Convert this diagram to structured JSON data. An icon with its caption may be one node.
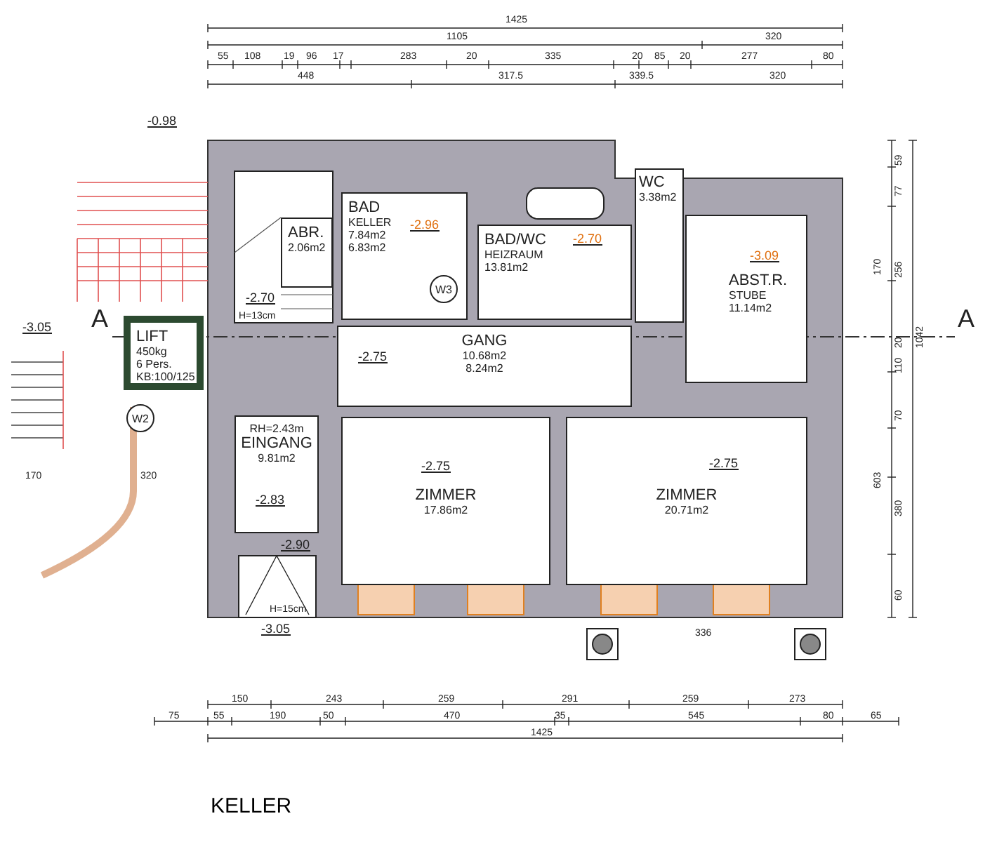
{
  "diagram": {
    "title": "KELLER",
    "nodes": [
      {
        "text": [
          "BAD",
          "KELLER",
          "7.84m2",
          "6.83m2"
        ]
      },
      {
        "text": [
          "ABR.",
          "2.06m2"
        ]
      },
      {
        "text": [
          "BAD/WC",
          "HEIZRAUM",
          "13.81m2"
        ]
      },
      {
        "text": [
          "WC",
          "3.38m2"
        ]
      },
      {
        "text": [
          "ABST.R.",
          "STUBE",
          "11.14m2"
        ]
      },
      {
        "text": [
          "GANG",
          "10.68m2",
          "8.24m2"
        ]
      },
      {
        "text": [
          "RH=2.43m",
          "EINGANG",
          "9.81m2"
        ]
      },
      {
        "text": [
          "ZIMMER",
          "17.86m2"
        ]
      },
      {
        "text": [
          "ZIMMER",
          "20.71m2"
        ]
      },
      {
        "text": [
          "LIFT",
          "450kg",
          "6 Pers.",
          "KB:100/125"
        ]
      },
      {
        "text": [
          "W3"
        ],
        "in": 0
      },
      {
        "text": [
          "W2"
        ]
      }
    ],
    "labels": [
      "1425",
      "1105",
      "320",
      "55",
      "108",
      "19",
      "96",
      "17",
      "283",
      "20",
      "335",
      "20",
      "85",
      "20",
      "277",
      "80",
      "448",
      "317.5",
      "339.5",
      "320",
      "-0.98",
      "A",
      "-3.05",
      "-2.70",
      "H=13cm",
      "-2.96",
      "-2.75",
      "-2.70",
      "-3.09",
      "-2.83",
      "-2.75",
      "-2.75",
      "-2.90",
      "H=15cm",
      "-3.05",
      "170",
      "320",
      "A",
      "59",
      "77",
      "170",
      "256",
      "1042",
      "20",
      "110",
      "70",
      "603",
      "380",
      "60",
      "336",
      "150",
      "243",
      "259",
      "291",
      "259",
      "273",
      "75",
      "55",
      "190",
      "50",
      "470",
      "35",
      "545",
      "80",
      "65",
      "1425"
    ]
  }
}
